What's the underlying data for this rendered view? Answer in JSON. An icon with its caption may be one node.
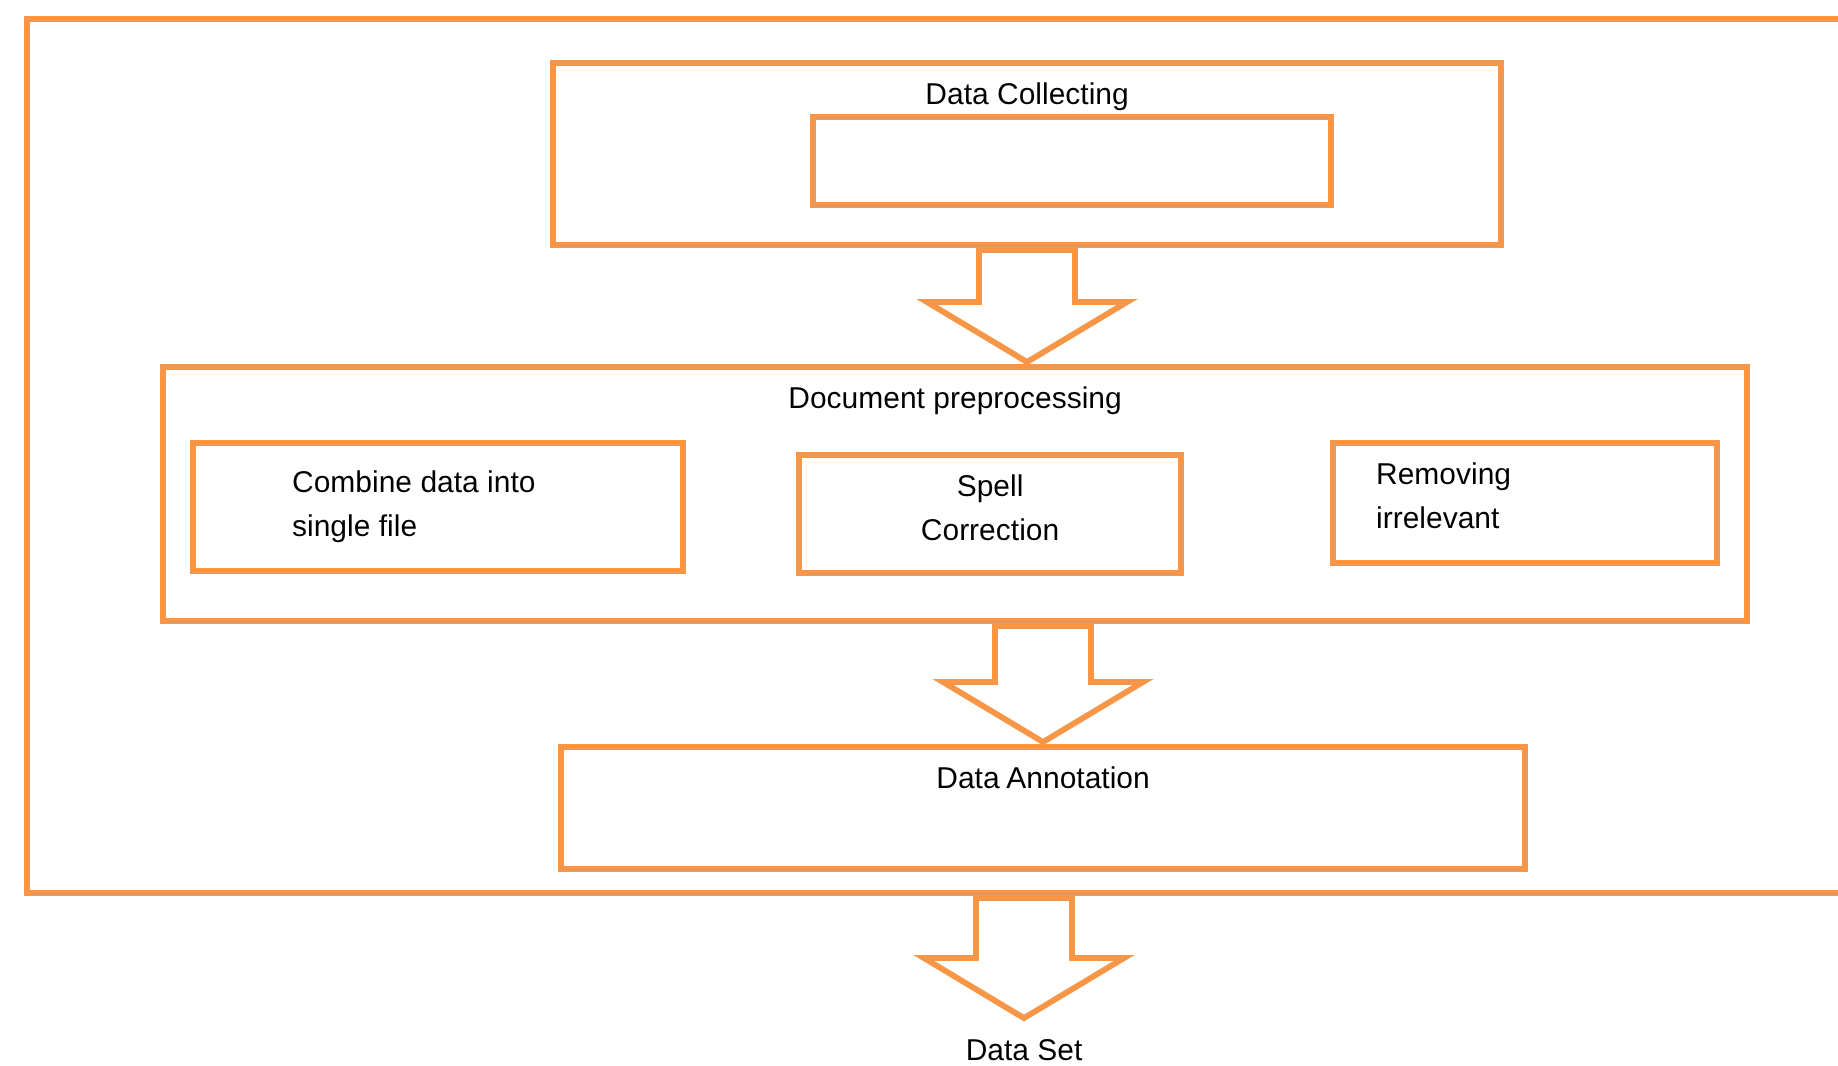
{
  "diagram": {
    "nodes": [
      {
        "text": [],
        "shape": "box"
      },
      {
        "text": [
          "Data Collecting"
        ],
        "in": 0
      },
      {
        "text": [],
        "shape": "box",
        "in": 1
      },
      {
        "text": [
          "Document preprocessing"
        ],
        "in": 0
      },
      {
        "text": [
          "Combine data into single file"
        ],
        "in": 3
      },
      {
        "text": [
          "Spell Correction"
        ],
        "in": 3
      },
      {
        "text": [
          "Removing irrelevant"
        ],
        "in": 3
      },
      {
        "text": [
          "Data Annotation"
        ],
        "in": 0
      },
      {
        "text": [
          "Data Set"
        ]
      }
    ],
    "edges": [
      {
        "from": 1,
        "to": 3,
        "arrow": "to"
      },
      {
        "from": 3,
        "to": 7,
        "arrow": "to"
      },
      {
        "from": 0,
        "to": 8,
        "arrow": "to"
      }
    ]
  }
}
